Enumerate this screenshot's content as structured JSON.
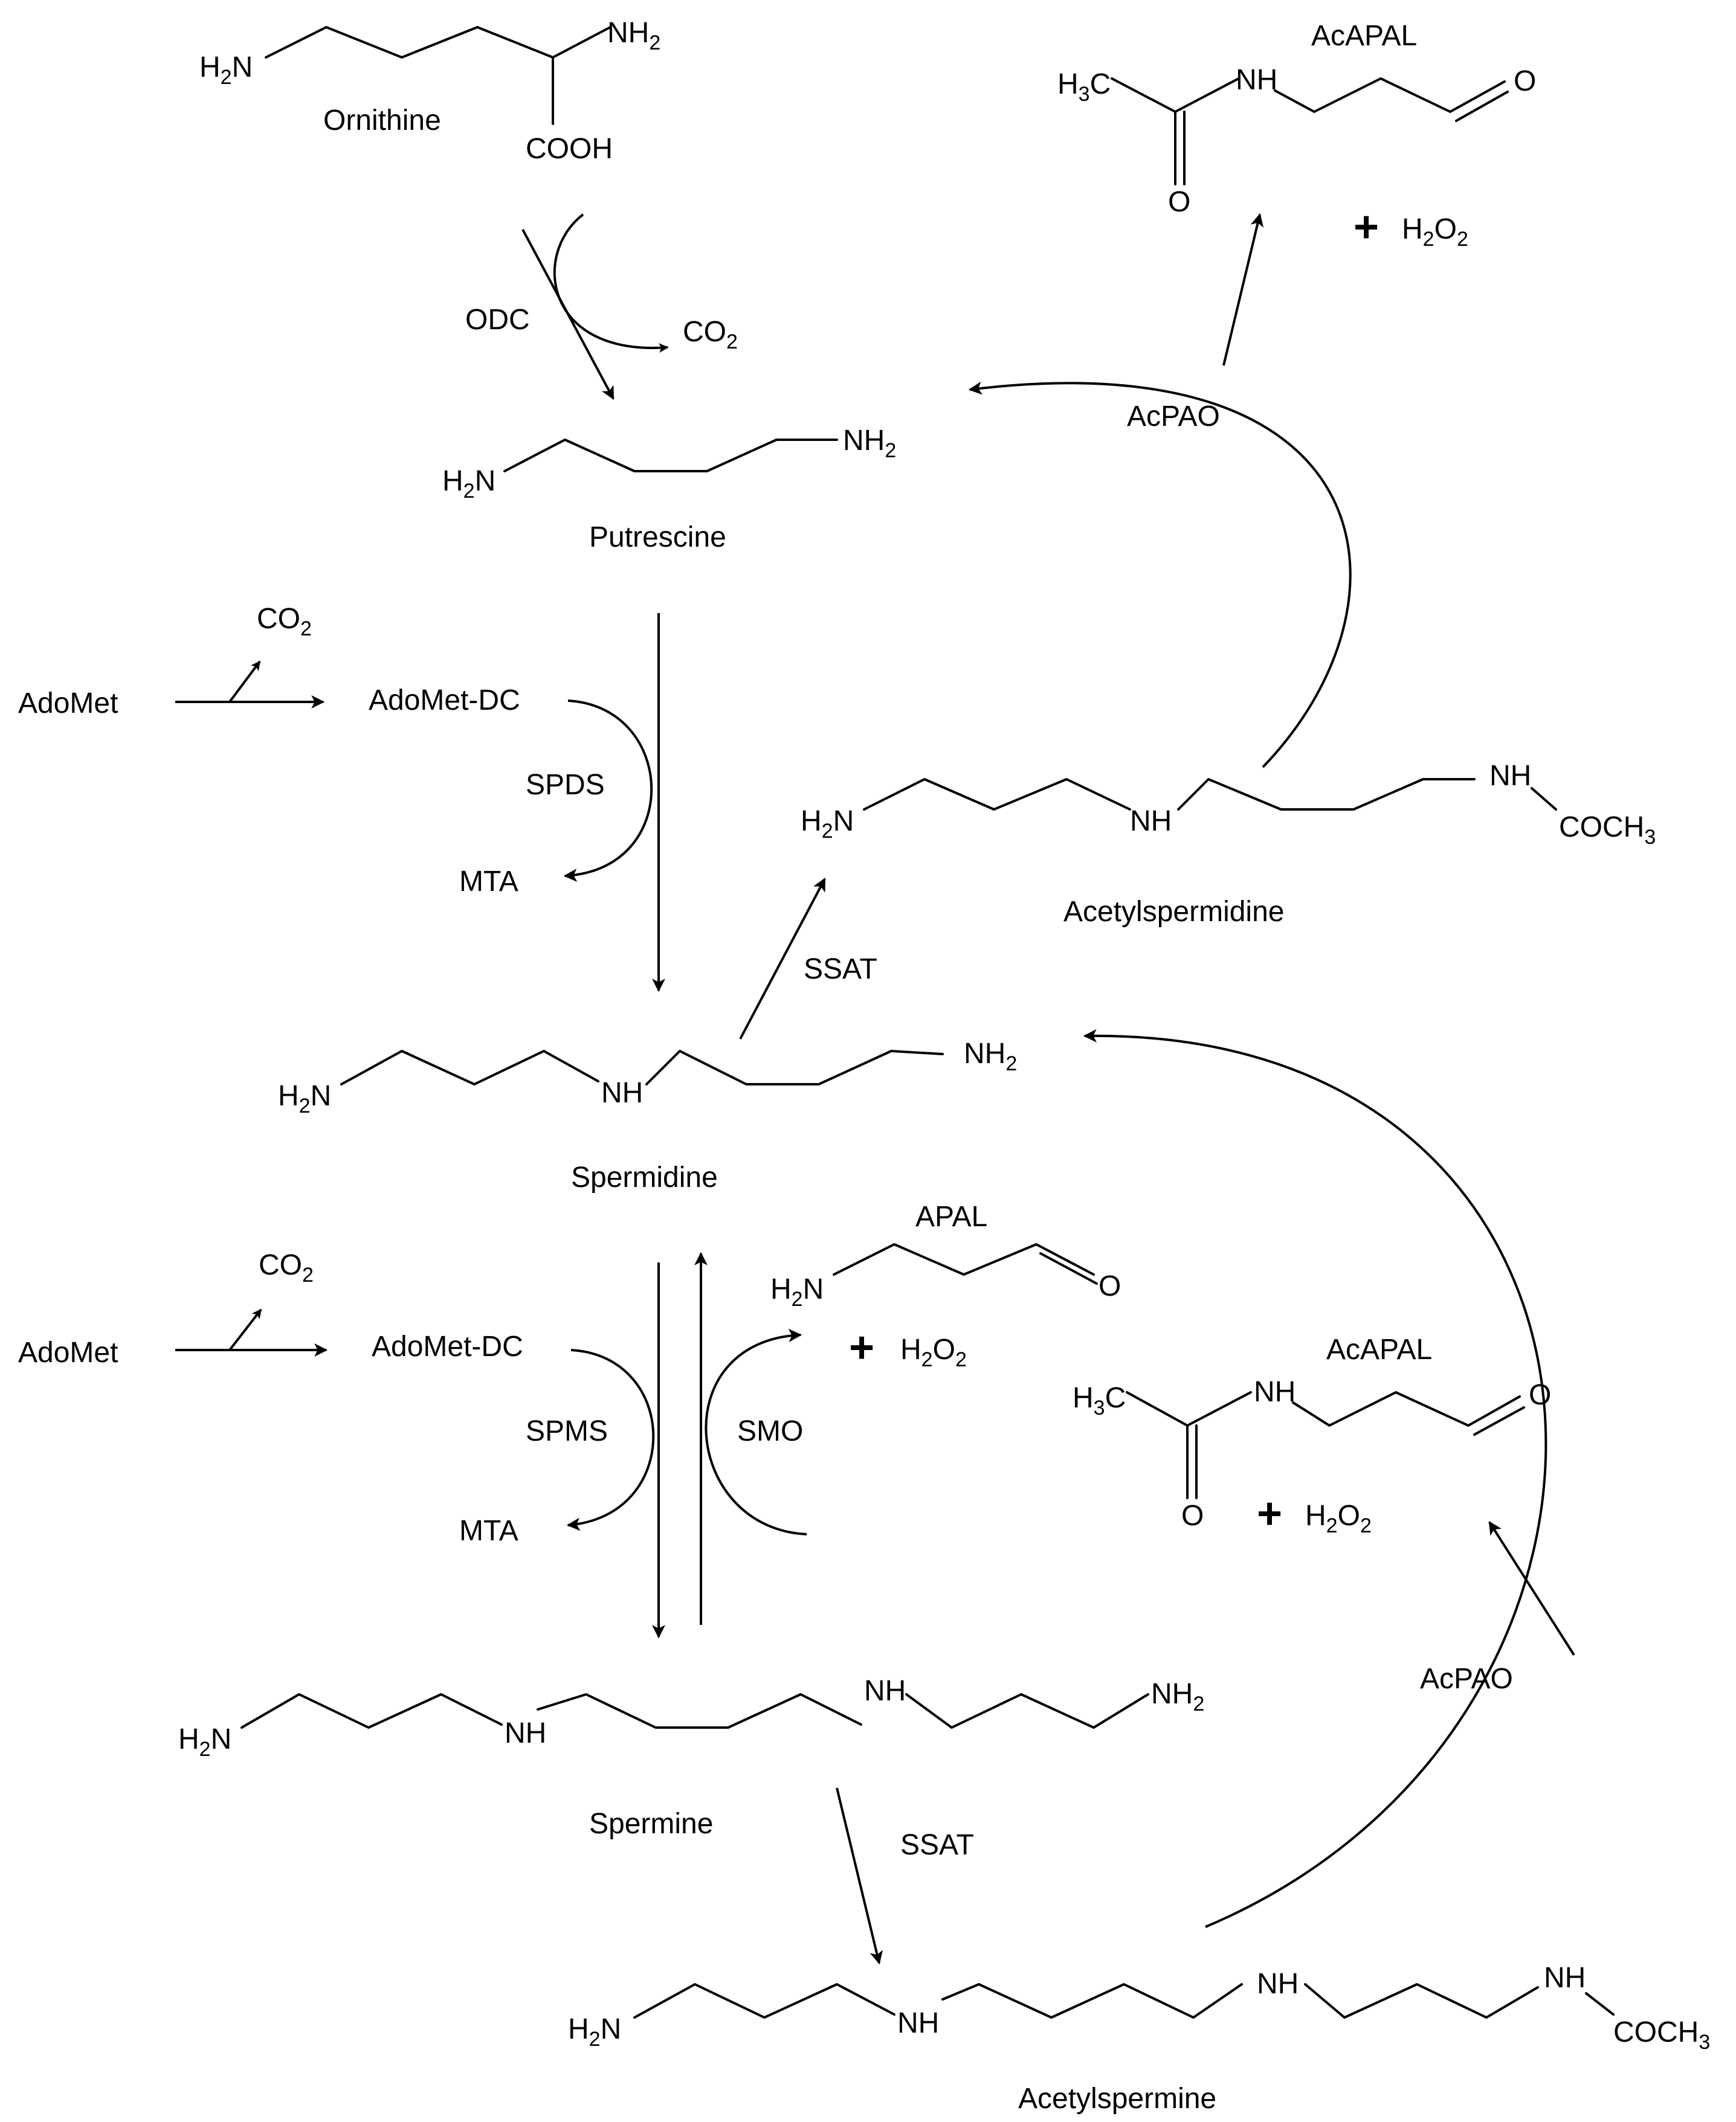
{
  "compounds": {
    "ornithine": {
      "name": "Ornithine",
      "amine": "H",
      "amine_sub": "2",
      "amine_tail": "N",
      "amine2": "NH",
      "amine2_sub": "2",
      "acid": "COOH"
    },
    "putrescine": {
      "name": "Putrescine"
    },
    "spermidine": {
      "name": "Spermidine"
    },
    "spermine": {
      "name": "Spermine"
    },
    "acetylspermidine": {
      "name": "Acetylspermidine"
    },
    "acetylspermine": {
      "name": "Acetylspermine"
    },
    "acapal_top": {
      "name": "AcAPAL"
    },
    "acapal_mid": {
      "name": "AcAPAL"
    },
    "apal": {
      "name": "APAL"
    }
  },
  "atoms": {
    "H": "H",
    "N": "N",
    "NH": "NH",
    "sub2": "2",
    "sub3": "3",
    "O": "O",
    "C": "C",
    "COCH": "COCH",
    "CO": "CO"
  },
  "reagents": {
    "adomet_1": "AdoMet",
    "adomet_2": "AdoMet",
    "adomet_dc_1": "AdoMet-DC",
    "adomet_dc_2": "AdoMet-DC",
    "mta_1": "MTA",
    "mta_2": "MTA",
    "plus": "+"
  },
  "enzymes": {
    "odc": "ODC",
    "spds": "SPDS",
    "spms": "SPMS",
    "smo": "SMO",
    "ssat_1": "SSAT",
    "ssat_2": "SSAT",
    "acpao_1": "AcPAO",
    "acpao_2": "AcPAO"
  }
}
